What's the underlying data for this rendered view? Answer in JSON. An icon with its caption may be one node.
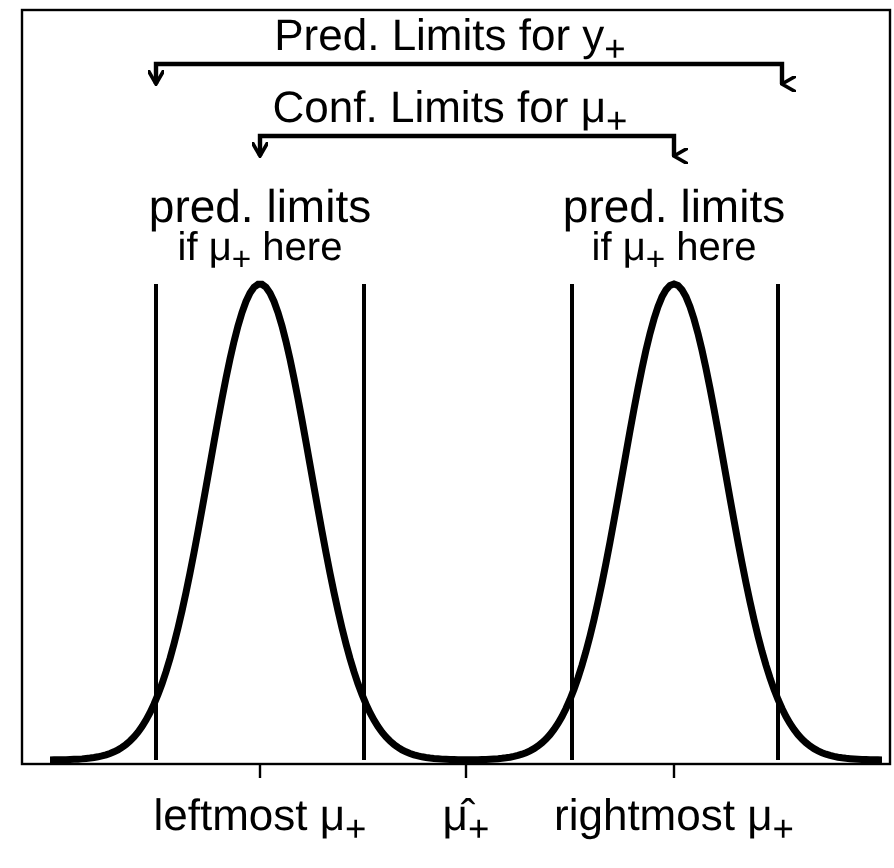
{
  "diagram": {
    "labels": [
      "Pred. Limits for y$_{+}$",
      "Conf. Limits for μ$_{+}$",
      "pred. limits",
      "if μ$_{+}$ here",
      "pred. limits",
      "if μ$_{+}$ here",
      "leftmost μ$_{+}$",
      "μ̂$_{+}$",
      "rightmost μ$_{+}$"
    ]
  }
}
